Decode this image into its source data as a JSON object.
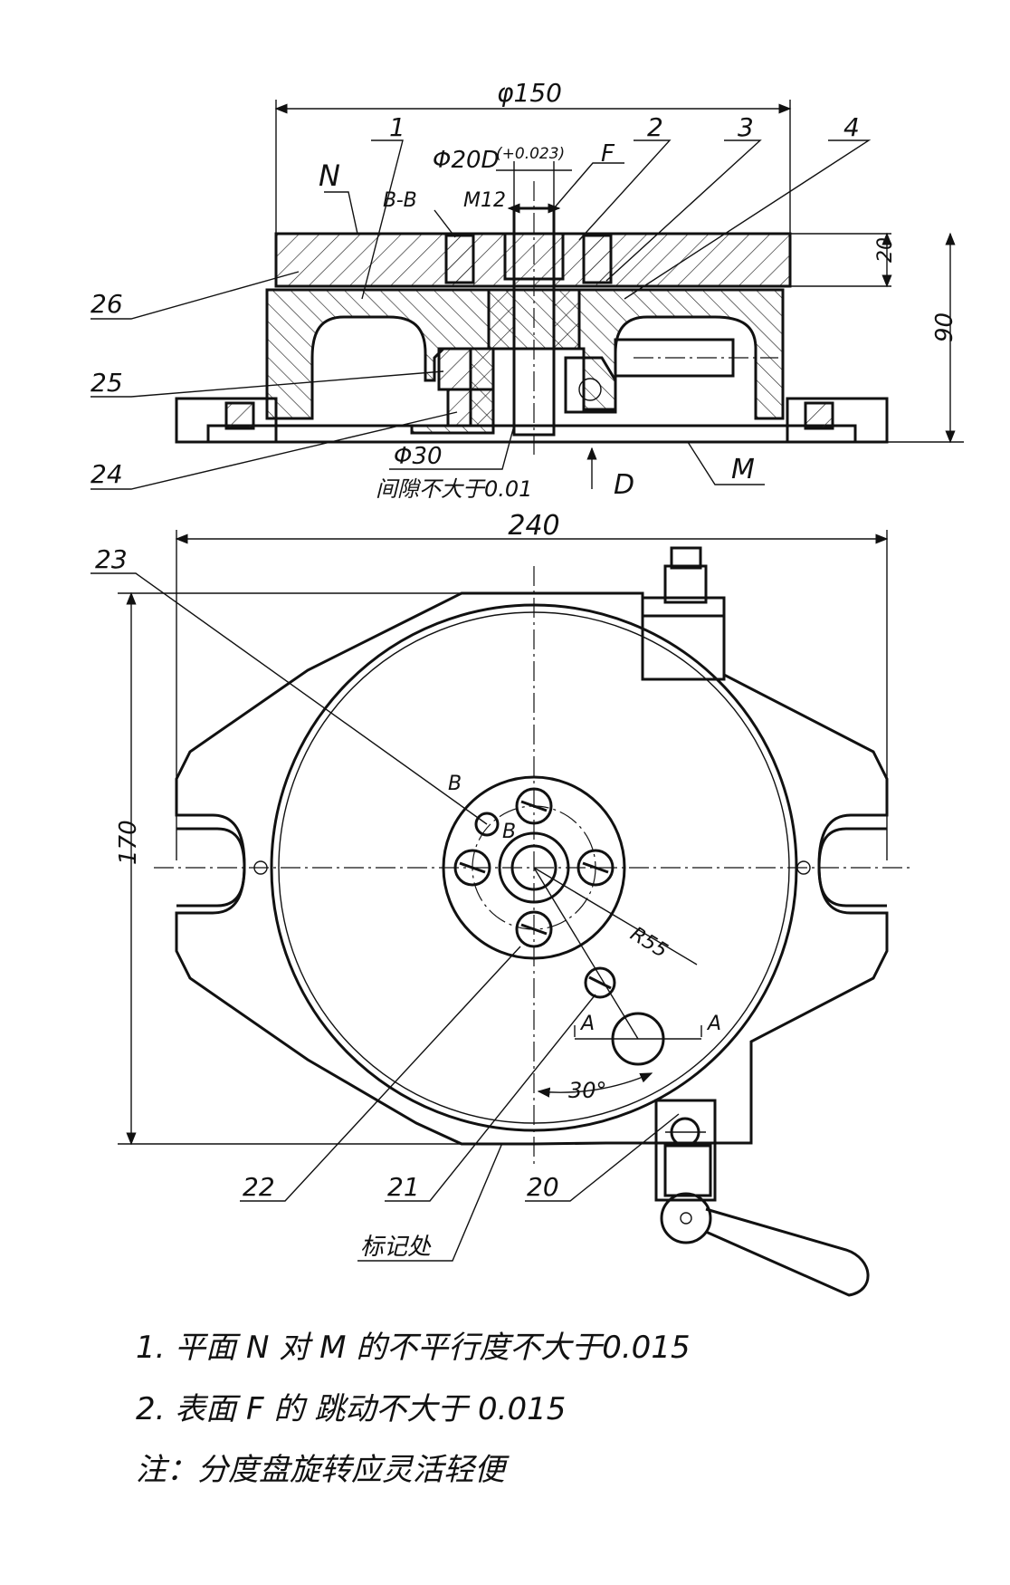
{
  "dimensions": {
    "phi150": "φ150",
    "phi20": "Φ20D",
    "tolerance": "(+0.023)",
    "m12": "M12",
    "bb": "B-B",
    "h20": "20",
    "h90": "90",
    "phi30": "Φ30",
    "gap": "间隙不大于0.01",
    "w240": "240",
    "h170": "170",
    "r55": "R55",
    "a30": "30°"
  },
  "letters": {
    "N": "N",
    "F": "F",
    "D": "D",
    "M": "M",
    "B1": "B",
    "B2": "B",
    "A1": "A",
    "A2": "A"
  },
  "parts": {
    "p1": "1",
    "p2": "2",
    "p3": "3",
    "p4": "4",
    "p26": "26",
    "p25": "25",
    "p24": "24",
    "p23": "23",
    "p22": "22",
    "p21": "21",
    "p20": "20",
    "mark": "标记处"
  },
  "notes": [
    "1.  平面 N 对 M 的不平行度不大于0.015",
    "2.  表面 F 的 跳动不大于 0.015",
    "注：分度盘旋转应灵活轻便"
  ]
}
